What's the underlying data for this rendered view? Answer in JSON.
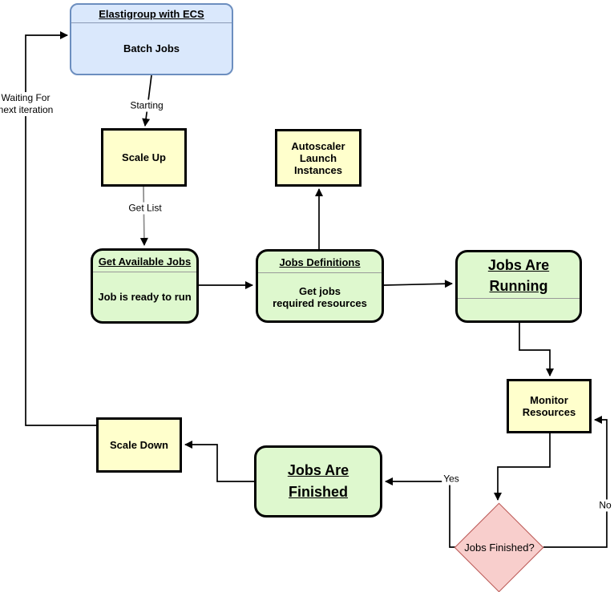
{
  "colors": {
    "blue_fill": "#dae8fc",
    "blue_stroke": "#6c8ebf",
    "yellow_fill": "#ffffcc",
    "green_fill": "#def8ce",
    "node_stroke": "#000000",
    "diamond_fill": "#f8cecc",
    "diamond_stroke": "#b85450",
    "divider": "#999999",
    "edge": "#000000",
    "edge_gray": "#8c8c8c"
  },
  "nodes": {
    "elastigroup": {
      "title": "Elastigroup with ECS",
      "body": "Batch Jobs"
    },
    "scale_up": {
      "label": "Scale Up"
    },
    "autoscaler": {
      "label": "Autoscaler\nLaunch\nInstances"
    },
    "get_available_jobs": {
      "title": "Get Available Jobs",
      "body": "Job is ready to run"
    },
    "jobs_definitions": {
      "title": "Jobs Definitions",
      "body": "Get jobs\nrequired resources"
    },
    "jobs_are_running": {
      "title": "Jobs Are\nRunning"
    },
    "monitor_resources": {
      "label": "Monitor\nResources"
    },
    "jobs_finished_decision": {
      "label": "Jobs Finished?"
    },
    "jobs_are_finished": {
      "title": "Jobs Are\nFinished"
    },
    "scale_down": {
      "label": "Scale Down"
    }
  },
  "edge_labels": {
    "starting": "Starting",
    "get_list": "Get List",
    "yes": "Yes",
    "no": "No",
    "waiting": "Waiting For\nnext iteration"
  }
}
